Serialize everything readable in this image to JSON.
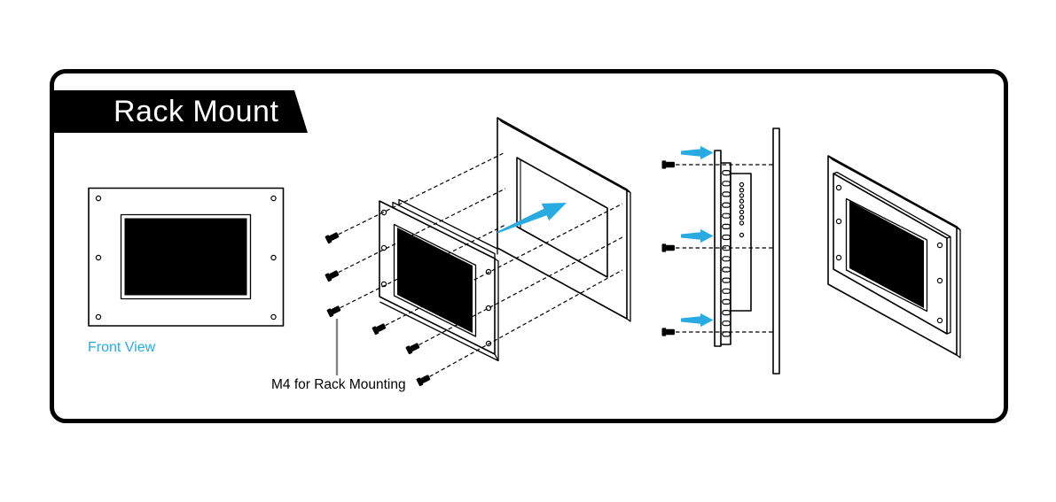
{
  "banner": {
    "title": "Rack Mount"
  },
  "labels": {
    "front_view": "Front View",
    "m4_note": "M4 for Rack Mounting"
  },
  "colors": {
    "accent": "#29abe2",
    "ink": "#000000",
    "leader": "#828282",
    "screen": "#000000",
    "paper": "#ffffff",
    "bannerBg": "#000000",
    "bannerText": "#ffffff"
  },
  "views": {
    "front_view": {
      "mounting_holes": 6
    },
    "exploded_view": {
      "screws": 6,
      "mounting_holes": 6
    },
    "side_view": {
      "screws": 3,
      "arrows": 3
    },
    "mounted_view": {
      "mounting_holes": 6
    }
  }
}
